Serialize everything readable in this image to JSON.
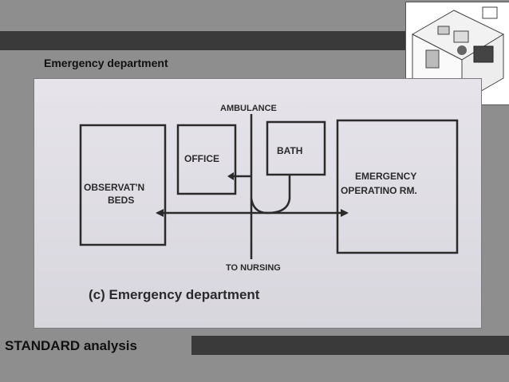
{
  "slide": {
    "title": "Emergency department",
    "footer": "STANDARD analysis"
  },
  "diagram": {
    "labels": {
      "ambulance": "AMBULANCE",
      "office": "OFFICE",
      "bath": "BATH",
      "observation_line1": "OBSERVAT'N",
      "observation_line2": "BEDS",
      "emergency_line1": "EMERGENCY",
      "emergency_line2": "OPERATINO RM.",
      "to_nursing": "TO NURSING",
      "caption": "(c) Emergency department"
    }
  },
  "thumbnail": {
    "icon": "room-illustration-icon"
  },
  "colors": {
    "bar": "#3a3a3a",
    "background": "#8e8e8e",
    "paper": "#e4e2e8",
    "ink": "#2a2a2a"
  }
}
